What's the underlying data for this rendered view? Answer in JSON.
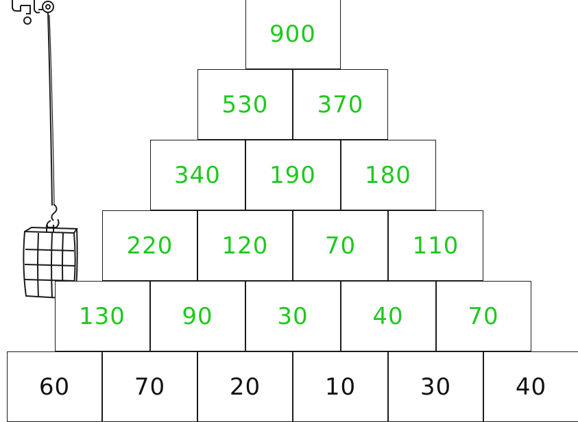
{
  "pyramid": {
    "rows": [
      [
        "900"
      ],
      [
        "530",
        "370"
      ],
      [
        "340",
        "190",
        "180"
      ],
      [
        "220",
        "120",
        "70",
        "110"
      ],
      [
        "130",
        "90",
        "30",
        "40",
        "70"
      ],
      [
        "60",
        "70",
        "20",
        "10",
        "30",
        "40"
      ]
    ],
    "solved_color": "#1fc81f",
    "given_color": "#111111"
  },
  "decorations": {
    "crane_icon": "crane-hook-icon",
    "crate_icon": "hanging-crate-icon"
  }
}
